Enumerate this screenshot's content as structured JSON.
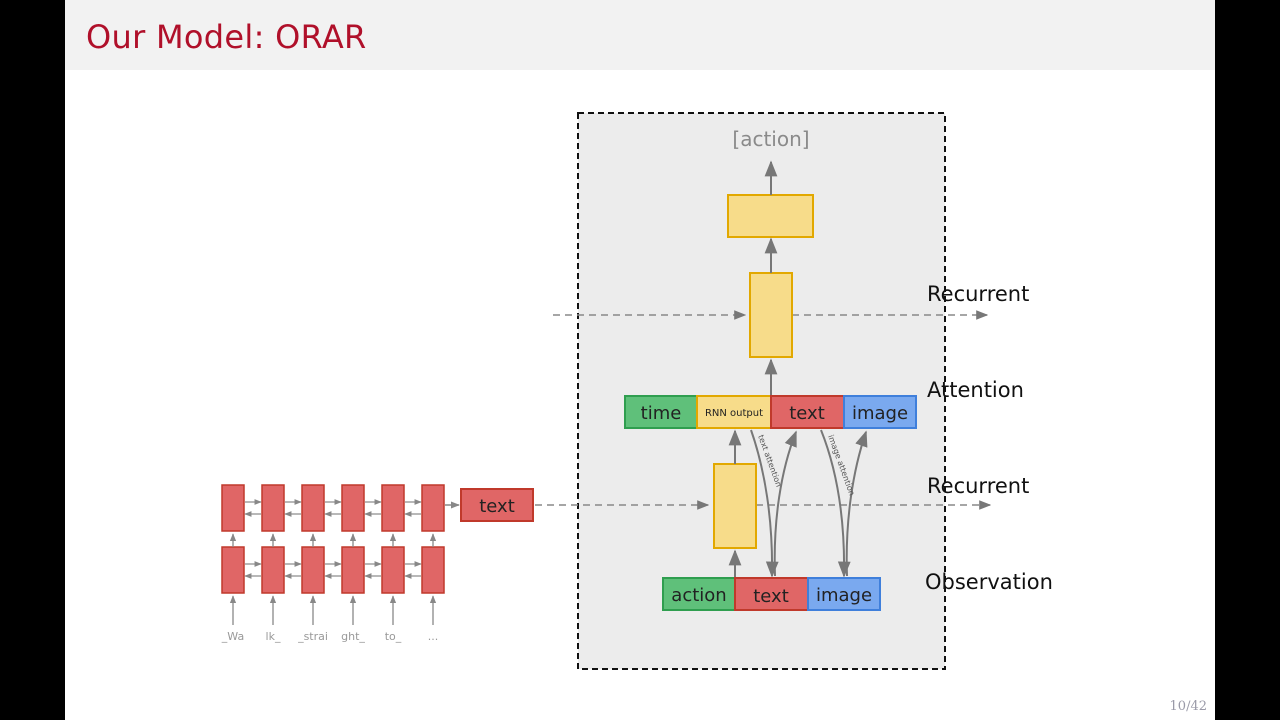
{
  "slide": {
    "title": "Our Model:  ORAR",
    "page_number": "10/42"
  },
  "diagram": {
    "output_label": "[action]",
    "layer_labels": {
      "recurrent_top": "Recurrent",
      "attention": "Attention",
      "recurrent_bottom": "Recurrent",
      "observation": "Observation"
    },
    "attention_row": {
      "time": "time",
      "rnn_output": "RNN output",
      "text": "text",
      "image": "image"
    },
    "observation_row": {
      "action": "action",
      "text": "text",
      "image": "image"
    },
    "text_encoder_output": "text",
    "arrow_labels": {
      "text_attention": "text attention",
      "image_attention": "image attention"
    },
    "input_tokens": [
      "_Wa",
      "lk_",
      "_strai",
      "ght_",
      "to_",
      "..."
    ],
    "colors": {
      "title_red": "#b0102a",
      "green": "#5fc07a",
      "green_border": "#2f9e4f",
      "yellow": "#f7dc8a",
      "yellow_border": "#e2a800",
      "red": "#e06666",
      "red_border": "#c0392b",
      "blue": "#7aa9ef",
      "blue_border": "#3f7fdb",
      "arrow_gray": "#777777"
    }
  }
}
